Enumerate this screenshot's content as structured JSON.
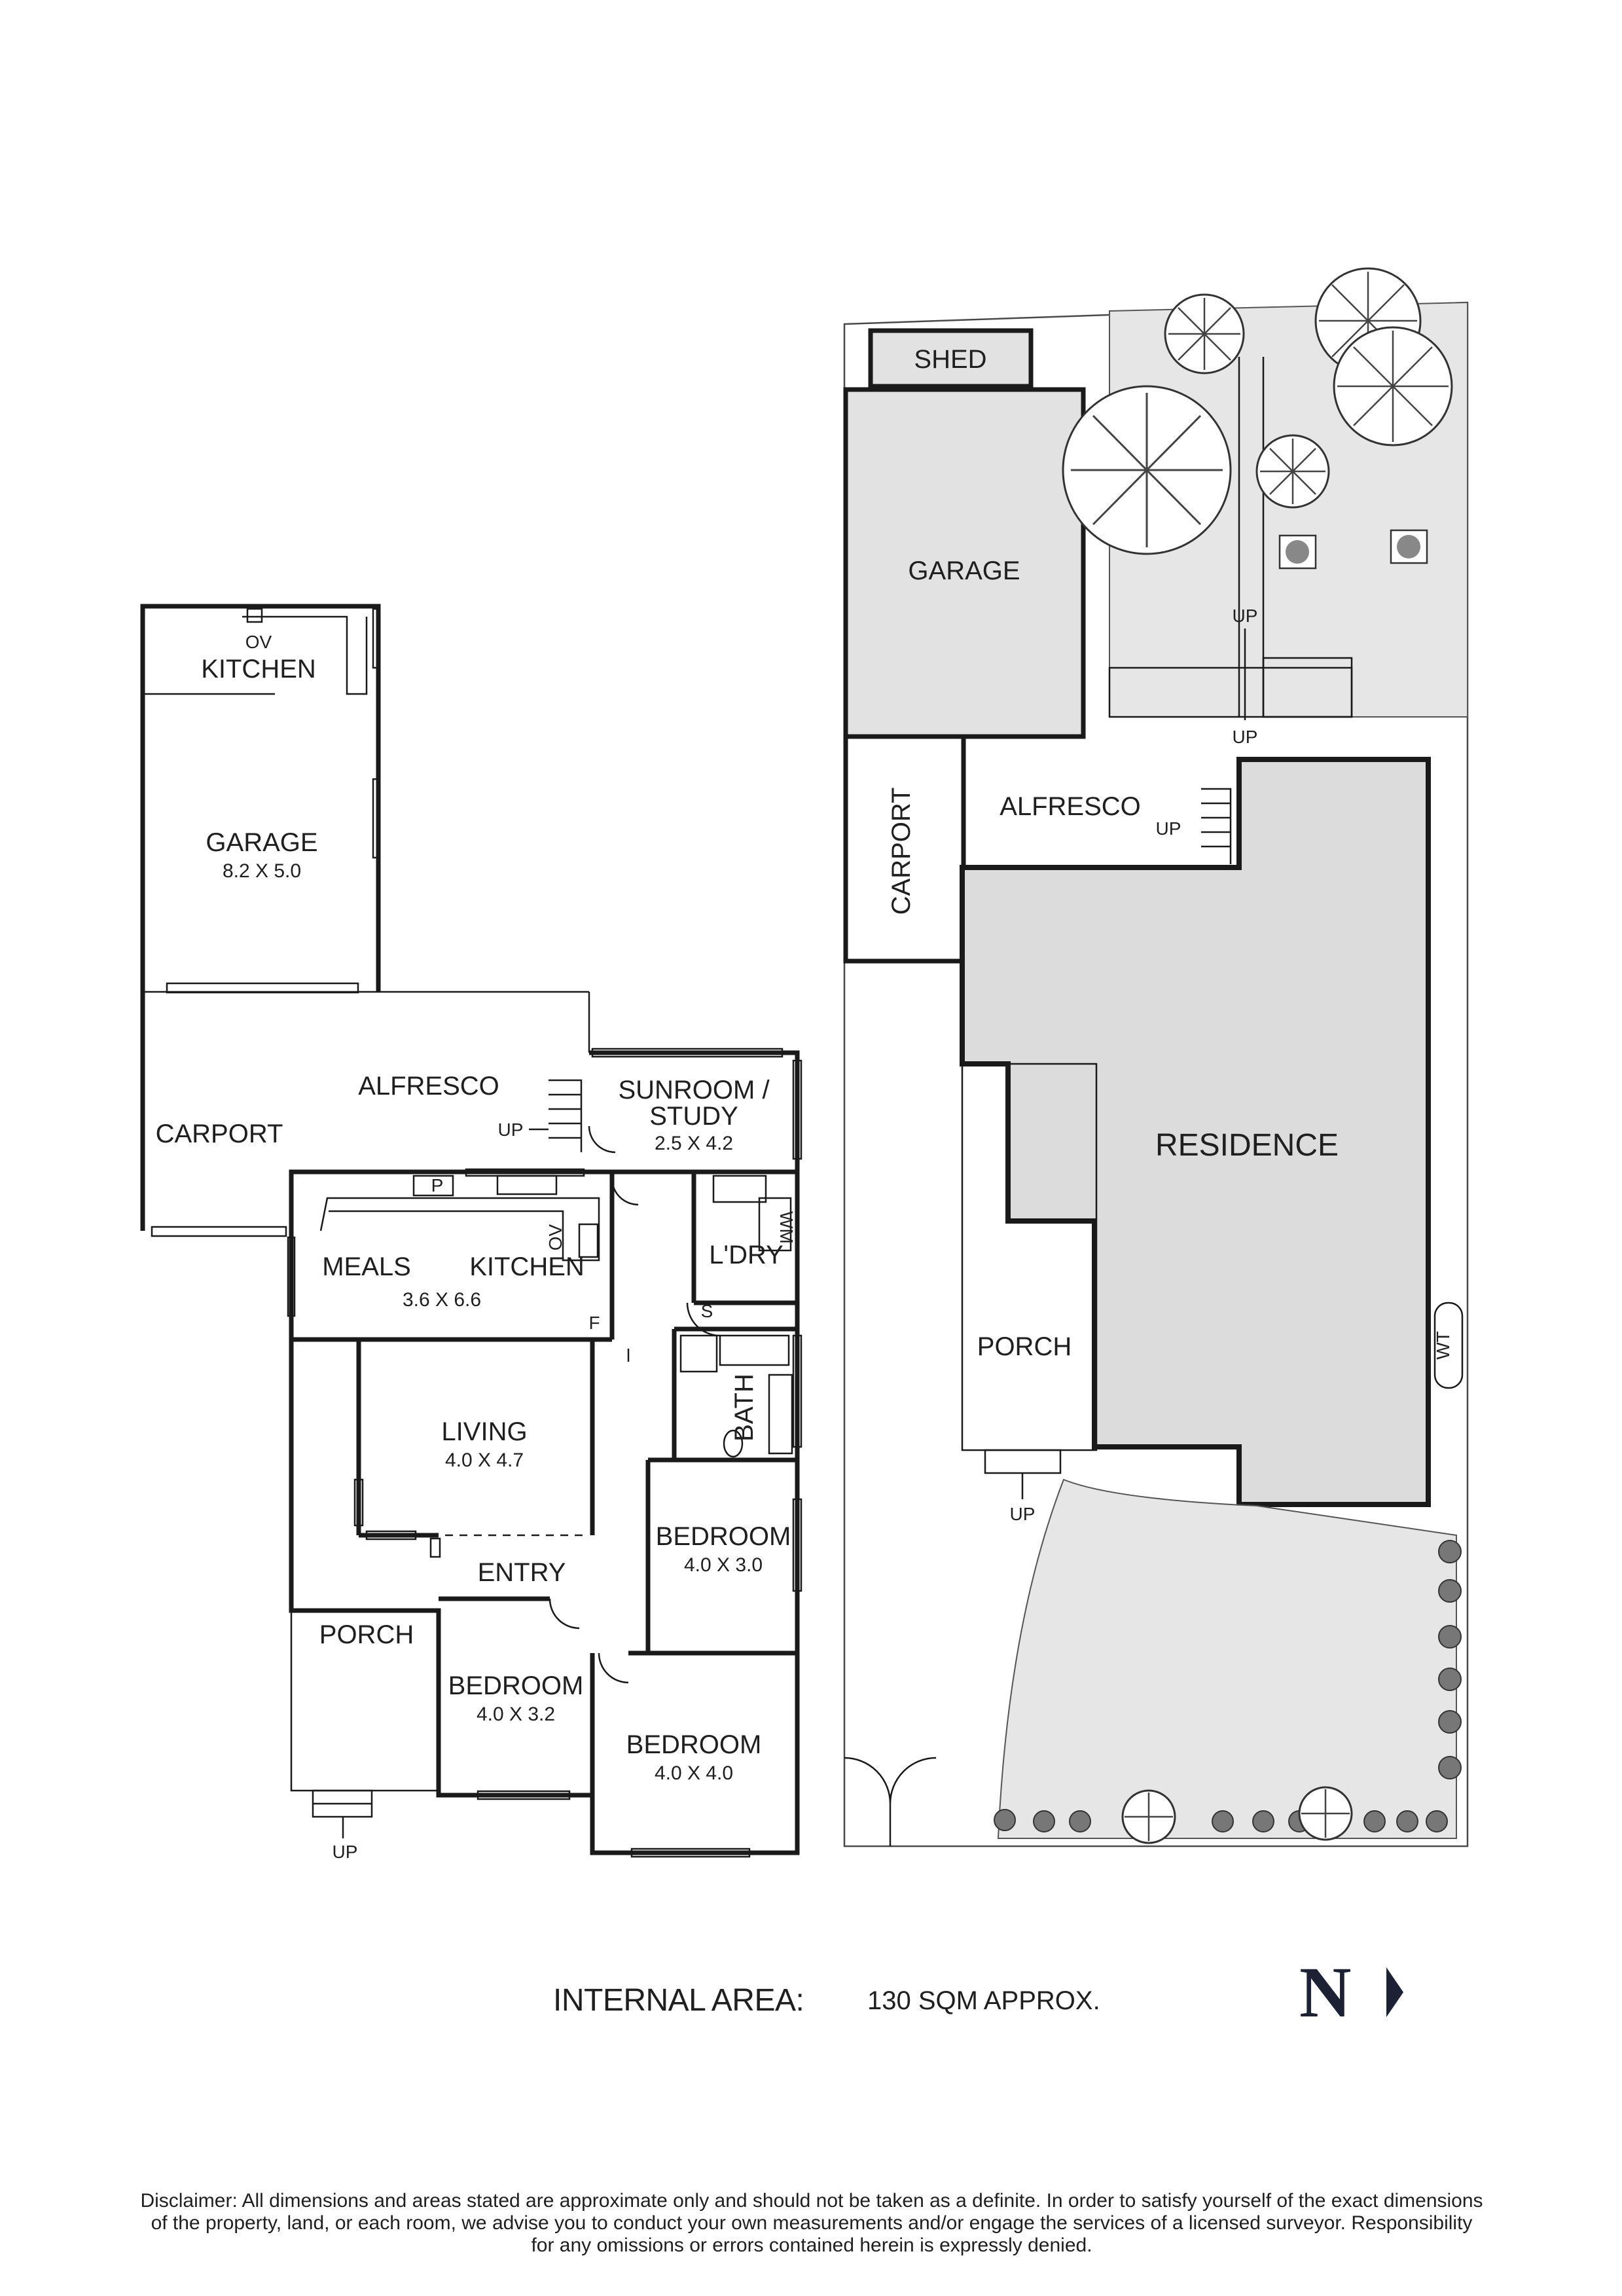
{
  "floor_plan": {
    "garage": {
      "name": "GARAGE",
      "dim": "8.2 X 5.0"
    },
    "garage_kitchen": {
      "name": "KITCHEN",
      "oven": "OV"
    },
    "alfresco": "ALFRESCO",
    "carport": "CARPORT",
    "sunroom": {
      "name_line1": "SUNROOM /",
      "name_line2": "STUDY",
      "dim": "2.5 X 4.2"
    },
    "meals": "MEALS",
    "kitchen": {
      "name": "KITCHEN",
      "dim": "3.6 X 6.6",
      "oven": "OV",
      "pantry": "P",
      "fridge": "F"
    },
    "laundry": {
      "name": "L'DRY",
      "wm": "WM"
    },
    "bath": {
      "name": "BATH",
      "shower": "S"
    },
    "living": {
      "name": "LIVING",
      "dim": "4.0 X 4.7"
    },
    "entry": "ENTRY",
    "porch": "PORCH",
    "bedroom1": {
      "name": "BEDROOM",
      "dim": "4.0 X 3.0"
    },
    "bedroom2": {
      "name": "BEDROOM",
      "dim": "4.0 X 3.2"
    },
    "bedroom3": {
      "name": "BEDROOM",
      "dim": "4.0 X 4.0"
    },
    "up_labels": {
      "alfresco_up": "UP",
      "porch_up": "UP"
    }
  },
  "site_plan": {
    "shed": "SHED",
    "garage": "GARAGE",
    "carport": "CARPORT",
    "alfresco": "ALFRESCO",
    "residence": "RESIDENCE",
    "porch": "PORCH",
    "wt": "WT",
    "up_labels": {
      "garden_up": "UP",
      "garden_up2": "UP",
      "alfresco_up": "UP",
      "porch_up": "UP"
    }
  },
  "footer": {
    "internal_area_label": "INTERNAL AREA:",
    "internal_area_value": "130 SQM APPROX.",
    "north": "N",
    "disclaimer_line1": "Disclaimer: All dimensions and areas stated are approximate only and should not be taken as a definite. In order to satisfy yourself of the exact dimensions",
    "disclaimer_line2": "of the property, land, or each room, we advise you to conduct your own measurements and/or engage the services of a licensed surveyor. Responsibility",
    "disclaimer_line3": "for any omissions or errors contained herein is expressly denied."
  },
  "colors": {
    "wall": "#1a1a1a",
    "paved": "#e6e6e6",
    "residence": "#dcdcdc",
    "north": "#1c2233"
  }
}
